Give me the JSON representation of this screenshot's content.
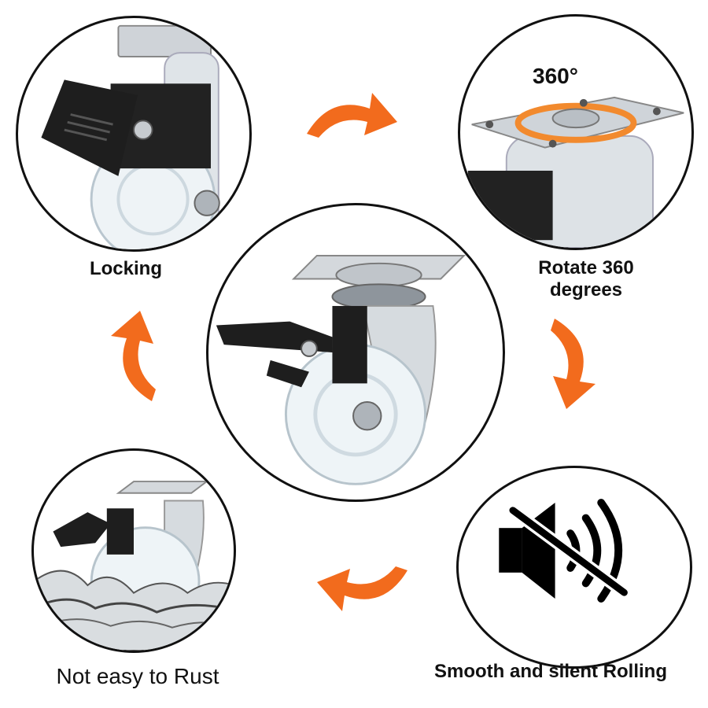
{
  "features": {
    "locking": {
      "label": "Locking"
    },
    "rotate": {
      "label_line1": "Rotate 360",
      "label_line2": "degrees",
      "badge": "360°"
    },
    "rust": {
      "label": "Not easy to Rust"
    },
    "silent": {
      "label": "Smooth and silent Rolling"
    }
  },
  "colors": {
    "arrow": "#f26b1d",
    "outline": "#111111",
    "metal": "#c9cdd2",
    "wheel": "#e8eef2"
  },
  "icons": [
    "speaker-muted-icon",
    "cycle-arrow-icon"
  ]
}
